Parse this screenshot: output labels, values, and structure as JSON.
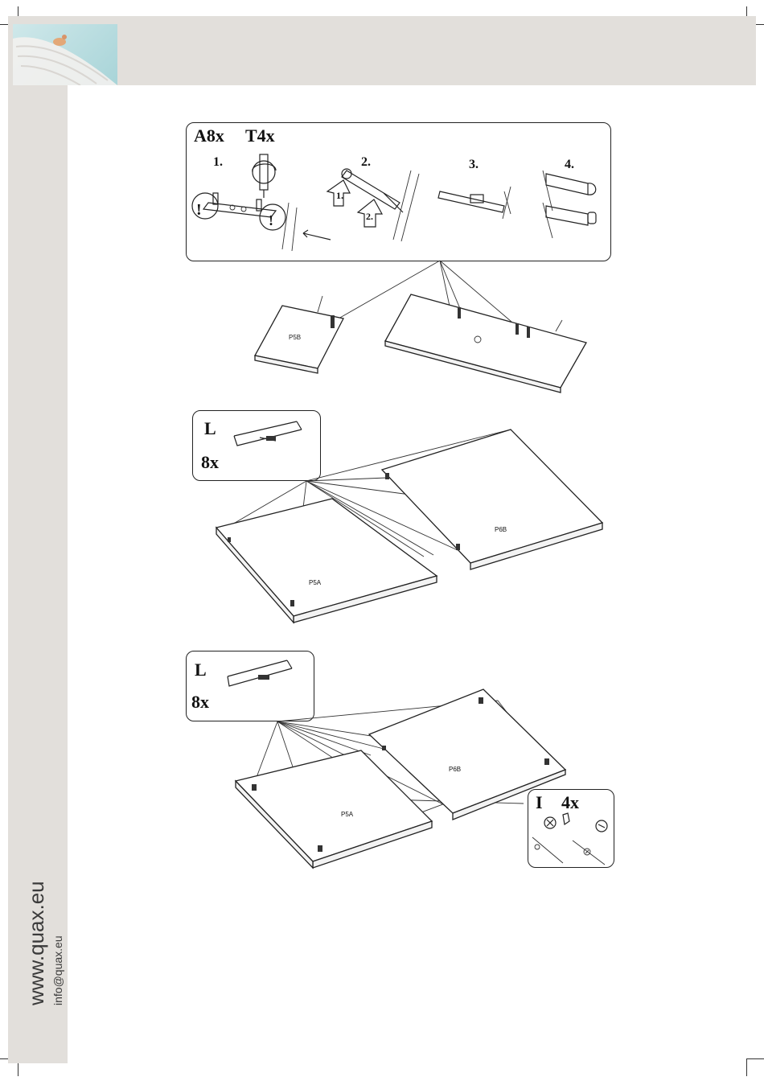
{
  "sidebar": {
    "website": "www.quax.eu",
    "email": "info@quax.eu"
  },
  "step1": {
    "hardware_a": "A8x",
    "hardware_t": "T4x",
    "substeps": [
      "1.",
      "2.",
      "3.",
      "4."
    ],
    "arrow_labels": [
      "1.",
      "2."
    ],
    "warning": "!",
    "panels": [
      "P5B"
    ]
  },
  "step2": {
    "hardware": "L",
    "quantity": "8x",
    "panels": [
      "P5A",
      "P6B"
    ]
  },
  "step3": {
    "hardware": "L",
    "quantity": "8x",
    "panels": [
      "P5A",
      "P6B"
    ],
    "detail_hardware": "I",
    "detail_quantity": "4x"
  }
}
